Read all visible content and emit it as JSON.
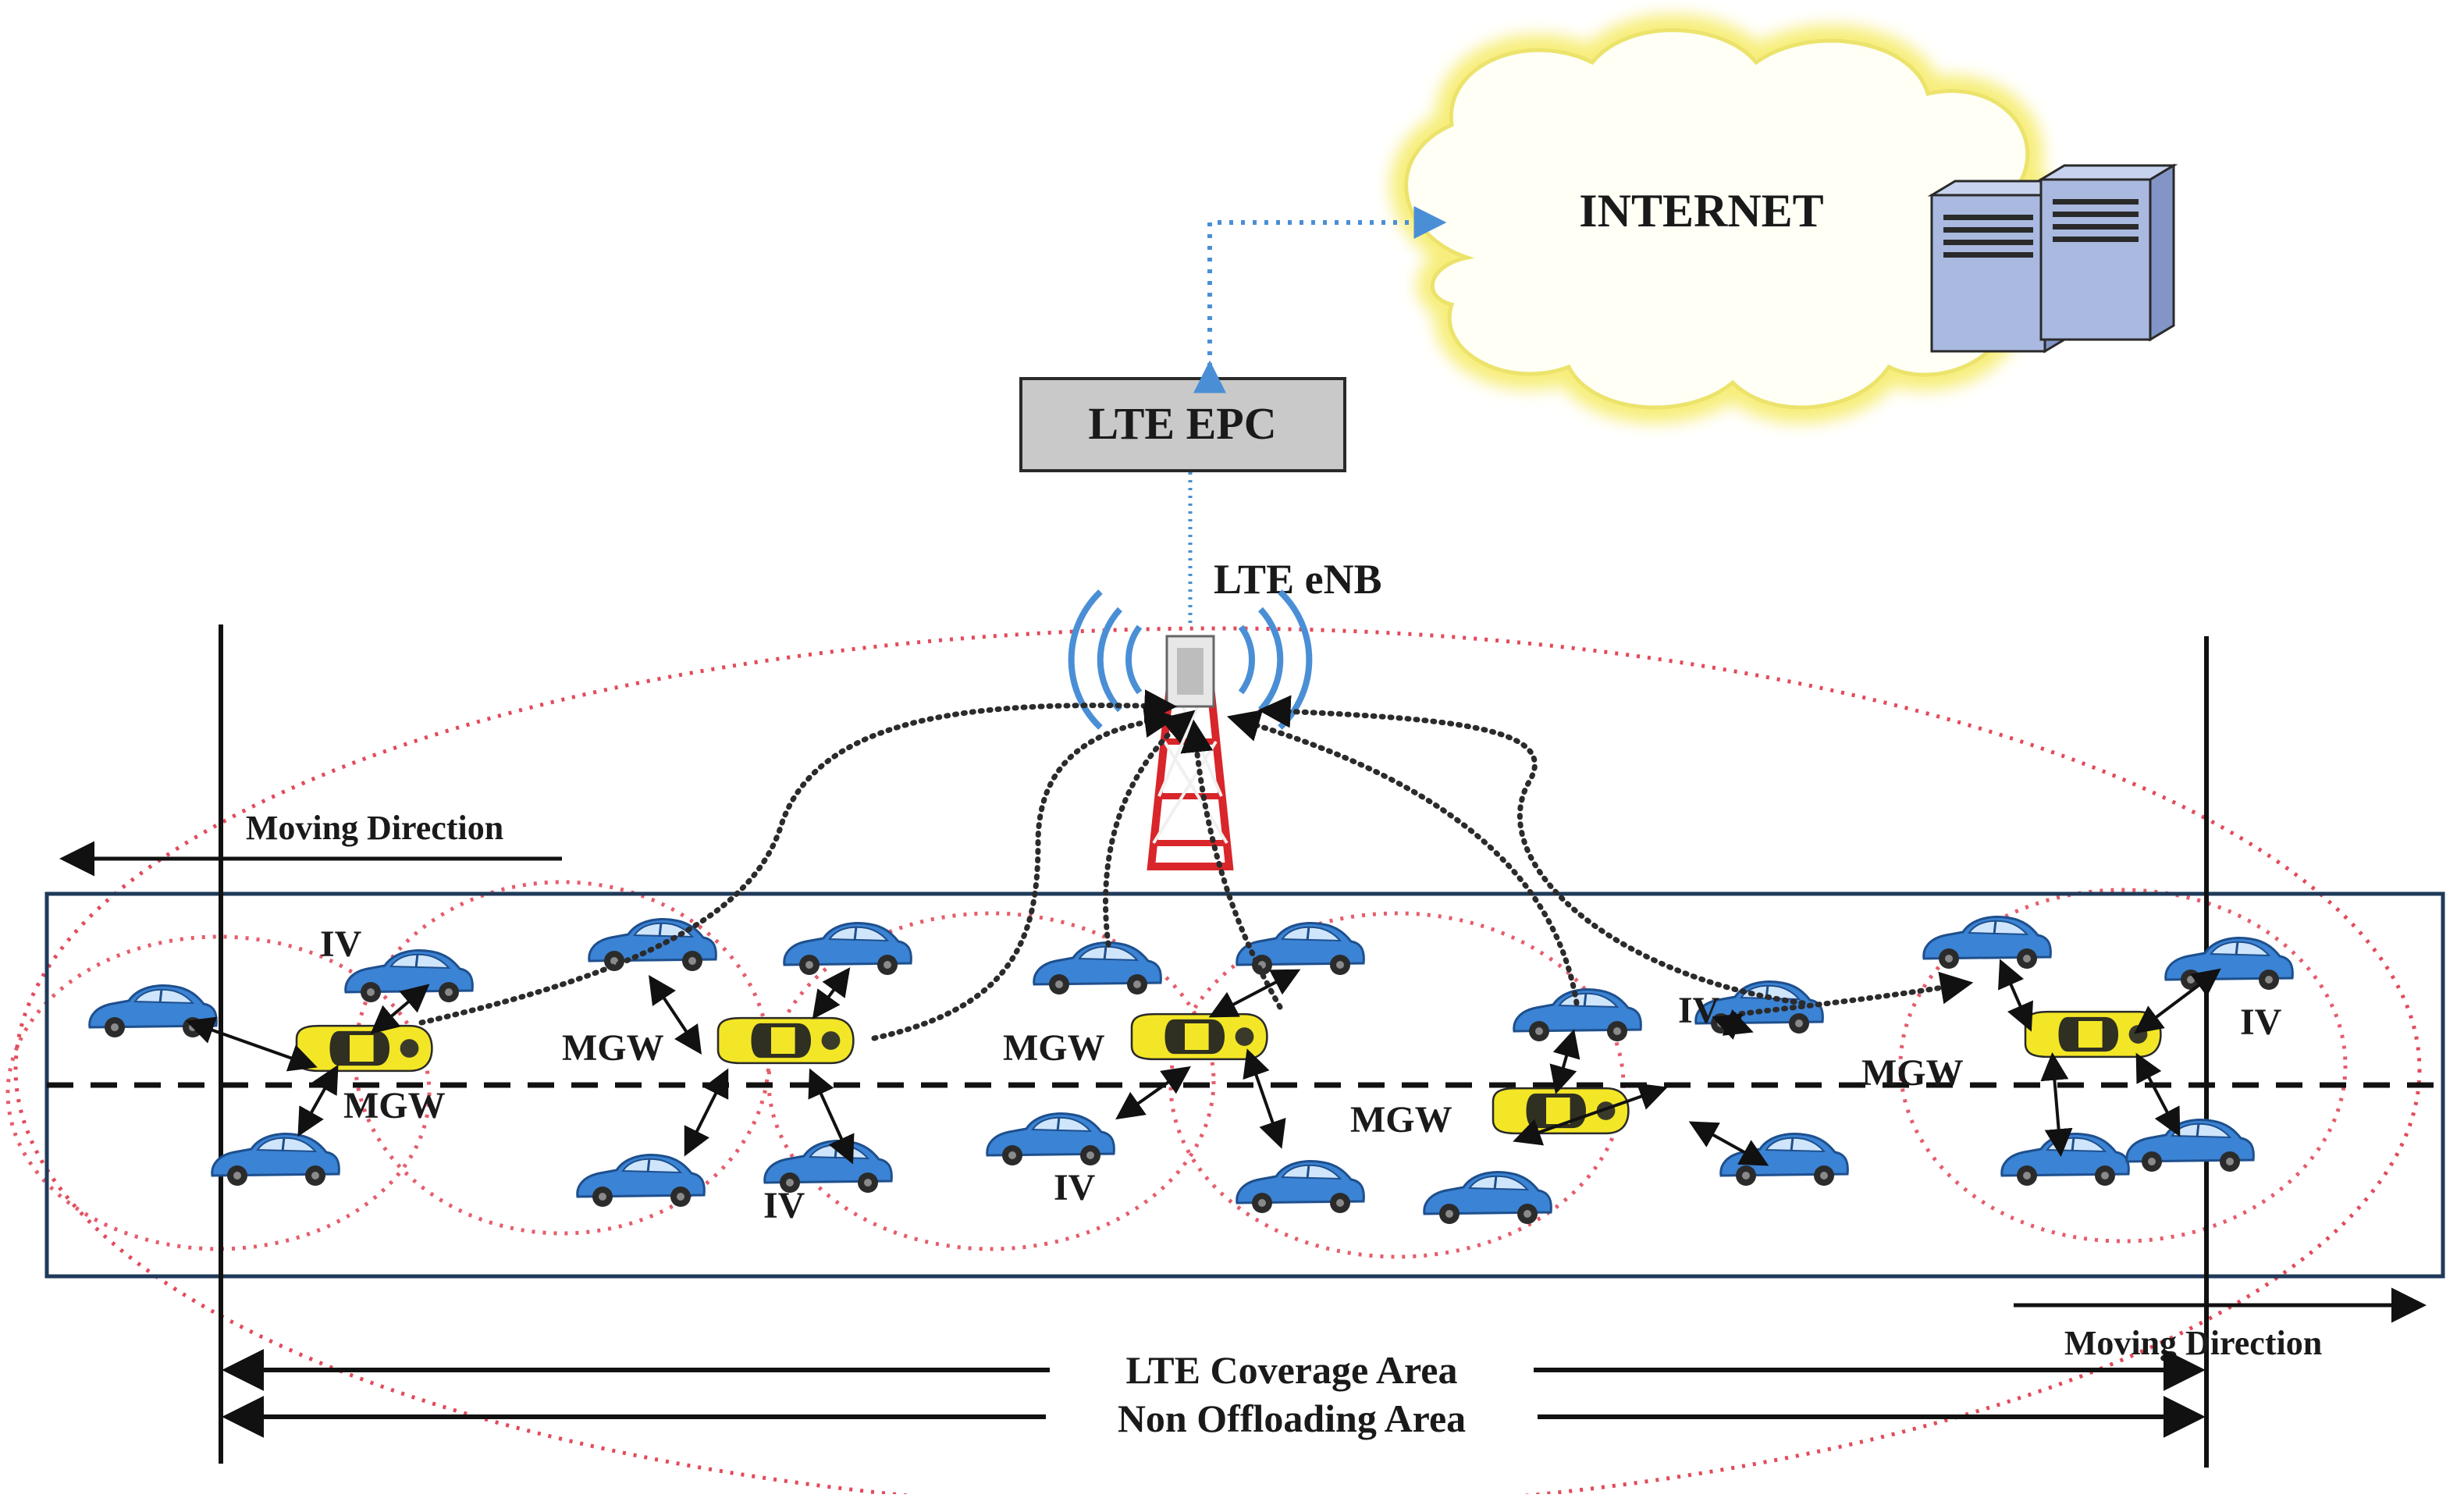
{
  "labels": {
    "internet": "INTERNET",
    "epc": "LTE EPC",
    "enb": "LTE eNB",
    "moving_left": "Moving Direction",
    "moving_right": "Moving Direction",
    "coverage": "LTE Coverage Area",
    "non_offloading": "Non Offloading Area",
    "iv": "IV",
    "mgw": "MGW"
  },
  "colors": {
    "cloud_fill": "#fffff6",
    "cloud_glow": "#f7ee7a",
    "server_front": "#a9b9e0",
    "server_side": "#8295c6",
    "epc_fill": "#c9c9c9",
    "link_blue": "#4a8fd6",
    "coverage_red": "#e24a5a",
    "cell_red": "#e55d6b",
    "signal_dots": "#2b2b2b",
    "car_blue": "#3b83d4",
    "car_yellow": "#f3e626",
    "tower_red": "#d8262a"
  },
  "icons": {
    "server": "server-icon",
    "cloud": "cloud-icon",
    "tower": "cell-tower-icon",
    "car": "car-icon"
  }
}
